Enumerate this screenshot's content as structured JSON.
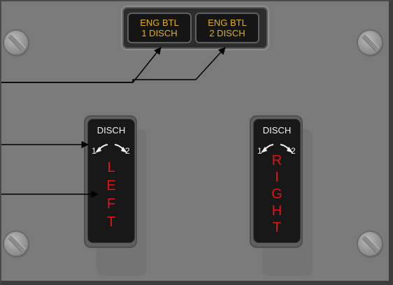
{
  "annunciators": [
    {
      "line1": "ENG BTL",
      "line2": "1 DISCH"
    },
    {
      "line1": "ENG BTL",
      "line2": "2 DISCH"
    }
  ],
  "switches": {
    "left": {
      "disch_label": "DISCH",
      "pos1": "1",
      "pos2": "2",
      "letters": [
        "L",
        "E",
        "F",
        "T"
      ]
    },
    "right": {
      "disch_label": "DISCH",
      "pos1": "1",
      "pos2": "2",
      "letters": [
        "R",
        "I",
        "G",
        "H",
        "T"
      ]
    }
  },
  "colors": {
    "panel": "#7a7a7a",
    "annunciator_text": "#e2b018",
    "side_text": "#e01515",
    "arrow_text": "#f2f2f2"
  }
}
